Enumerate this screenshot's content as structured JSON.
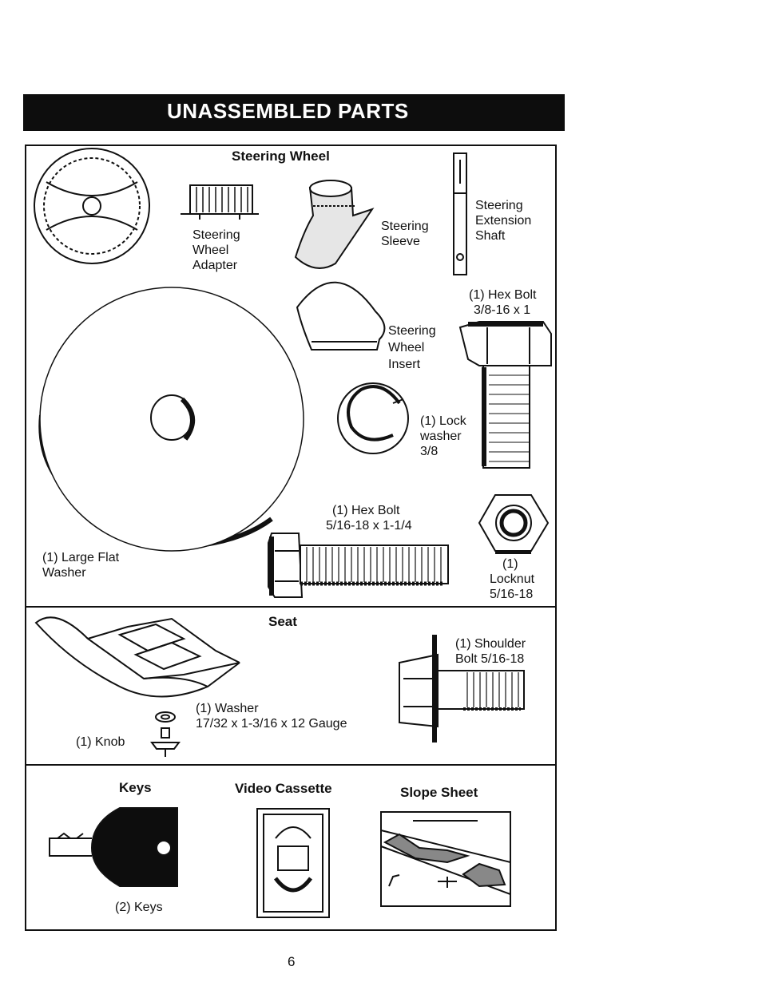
{
  "title": "UNASSEMBLED PARTS",
  "sections": {
    "steering": {
      "header": "Steering Wheel",
      "adapter": [
        "Steering",
        "Wheel",
        "Adapter"
      ],
      "sleeve": [
        "Steering",
        "Sleeve"
      ],
      "extension_shaft": [
        "Steering",
        "Extension",
        "Shaft"
      ],
      "hex_bolt_a": [
        "(1) Hex Bolt",
        "3/8-16 x 1"
      ],
      "insert": [
        "Steering",
        "Wheel",
        "Insert"
      ],
      "lock_washer": [
        "(1) Lock",
        "washer",
        "3/8"
      ],
      "hex_bolt_b": [
        "(1) Hex Bolt",
        "5/16-18 x 1-1/4"
      ],
      "large_flat_washer": [
        "(1) Large Flat",
        "Washer"
      ],
      "locknut": [
        "(1)",
        "Locknut",
        "5/16-18"
      ]
    },
    "seat": {
      "header": "Seat",
      "shoulder_bolt": [
        "(1) Shoulder",
        "Bolt  5/16-18"
      ],
      "washer": [
        "(1) Washer",
        "17/32 x 1-3/16 x 12 Gauge"
      ],
      "knob": "(1) Knob"
    },
    "misc": {
      "keys_header": "Keys",
      "video_header": "Video Cassette",
      "slope_header": "Slope Sheet",
      "keys_label": "(2) Keys"
    }
  },
  "page_number": "6"
}
